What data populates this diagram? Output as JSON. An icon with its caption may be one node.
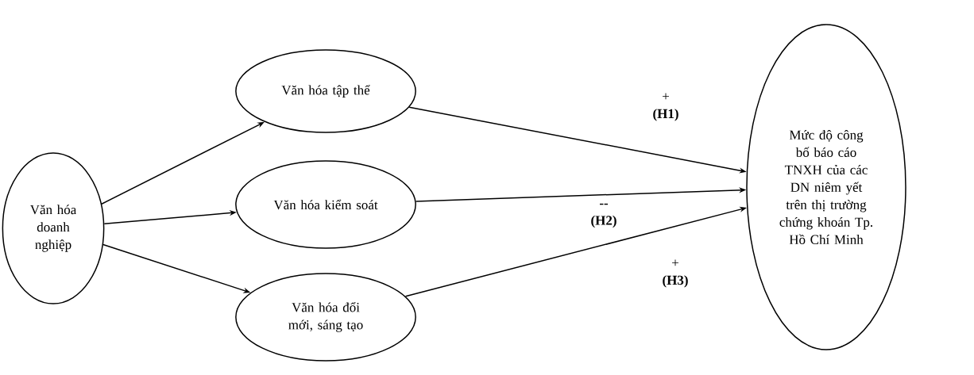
{
  "diagram": {
    "nodes": [
      {
        "text": [
          "Văn hóa doanh nghiệp"
        ]
      },
      {
        "text": [
          "Văn hóa tập thể"
        ]
      },
      {
        "text": [
          "Văn hóa kiểm soát"
        ]
      },
      {
        "text": [
          "Văn hóa đổi mới, sáng tạo"
        ]
      },
      {
        "text": [
          "Mức độ công bố báo cáo TNXH của các DN niêm yết trên thị trường chứng khoán Tp. Hồ Chí Minh"
        ]
      }
    ],
    "edges": [
      {
        "from": 0,
        "to": 1,
        "arrow": "to"
      },
      {
        "from": 0,
        "to": 2,
        "arrow": "to"
      },
      {
        "from": 0,
        "to": 3,
        "arrow": "to"
      },
      {
        "from": 1,
        "to": 4,
        "arrow": "to",
        "label": "+ **(H1)**"
      },
      {
        "from": 2,
        "to": 4,
        "arrow": "to",
        "label": "**-- (H2)**"
      },
      {
        "from": 3,
        "to": 4,
        "arrow": "to",
        "label": "+ **(H3)**"
      }
    ]
  }
}
